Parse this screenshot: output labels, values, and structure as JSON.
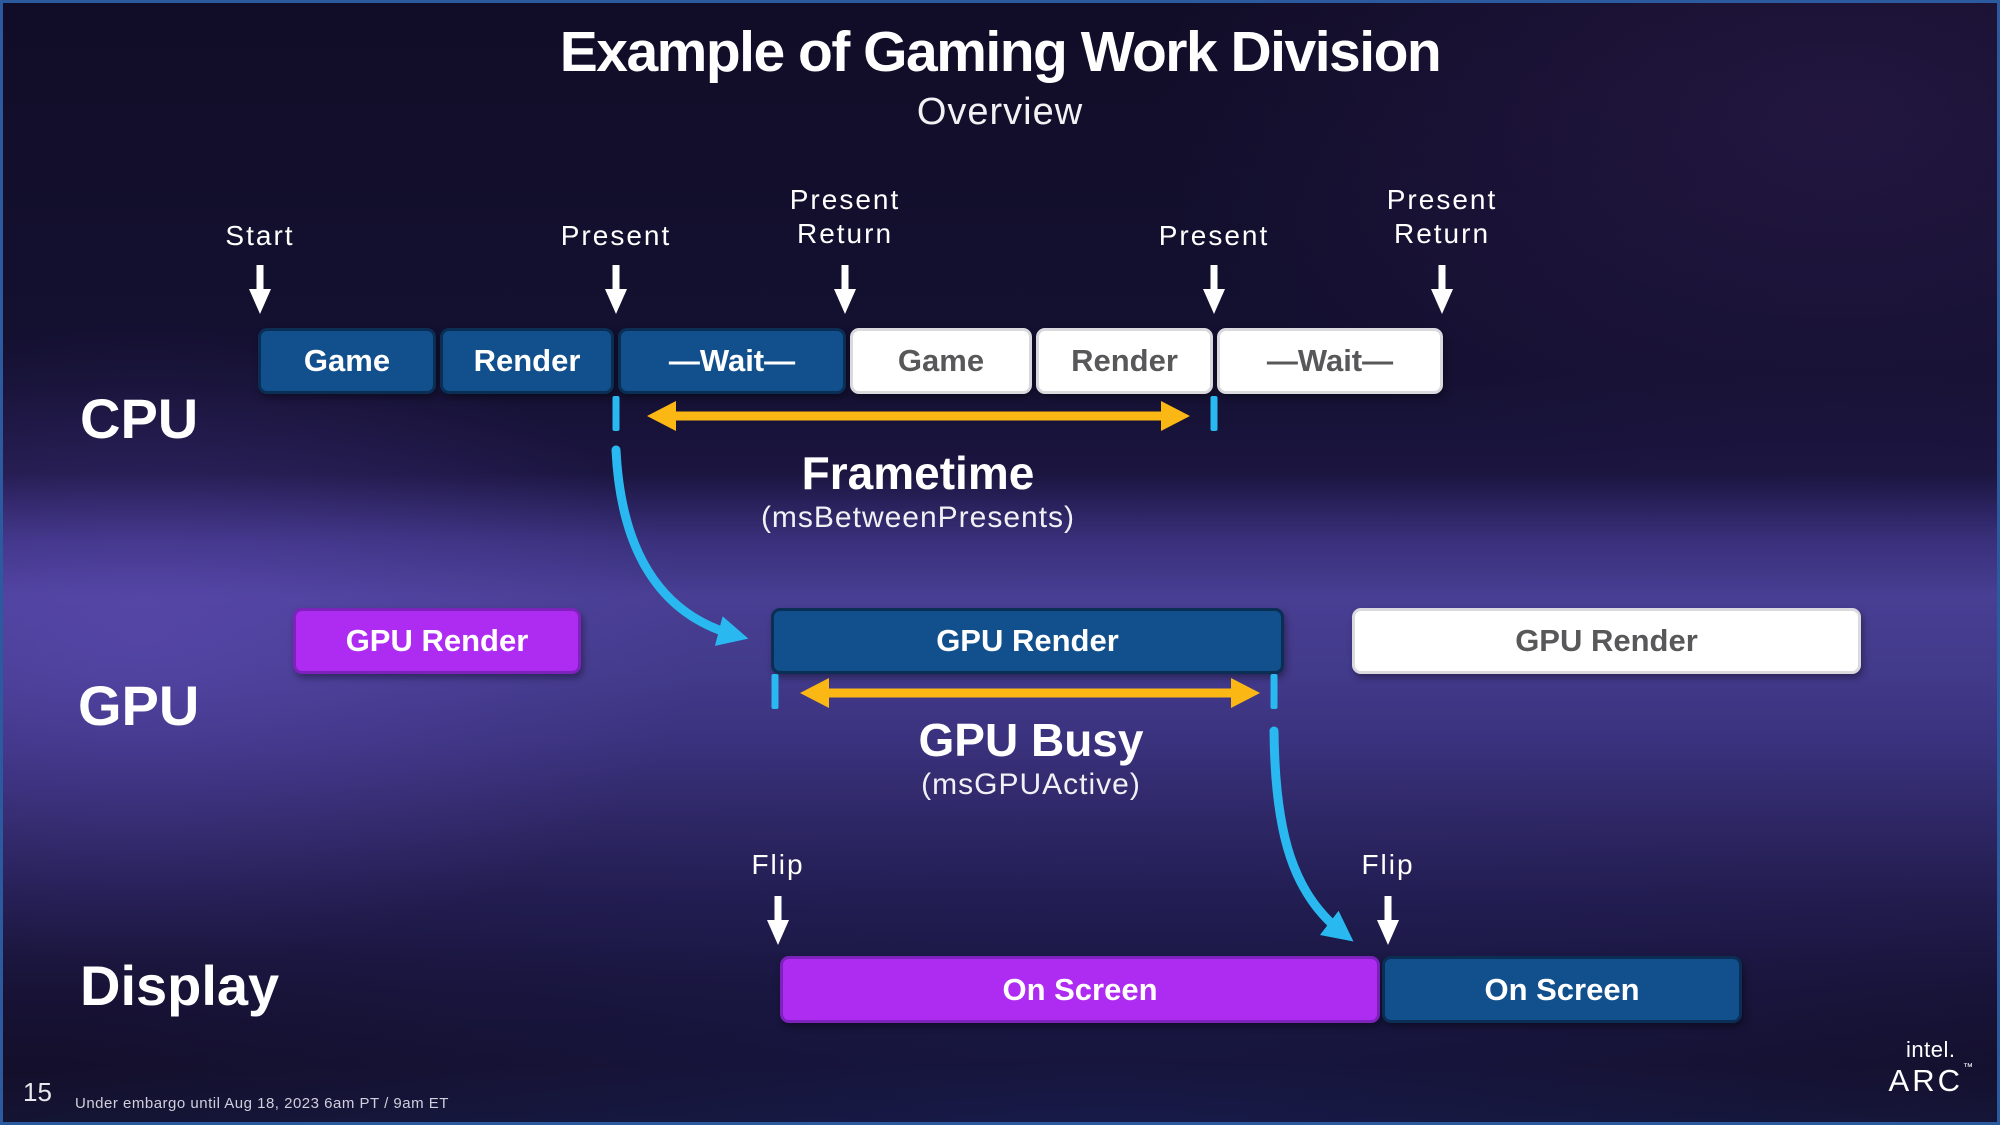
{
  "slide": {
    "title": "Example of Gaming Work Division",
    "subtitle": "Overview",
    "page_number": "15",
    "embargo_note": "Under embargo until Aug 18, 2023 6am PT / 9am ET",
    "logo": {
      "brand": "intel.",
      "product": "ARC",
      "trademark": "™"
    }
  },
  "events": [
    {
      "label": "Start"
    },
    {
      "label": "Present"
    },
    {
      "label": "Present\nReturn"
    },
    {
      "label": "Present"
    },
    {
      "label": "Present\nReturn"
    }
  ],
  "flips": [
    {
      "label": "Flip"
    },
    {
      "label": "Flip"
    }
  ],
  "rows": {
    "cpu": {
      "label": "CPU",
      "boxes": [
        {
          "label": "Game",
          "style": "blue"
        },
        {
          "label": "Render",
          "style": "blue"
        },
        {
          "label": "—Wait—",
          "style": "blue"
        },
        {
          "label": "Game",
          "style": "white"
        },
        {
          "label": "Render",
          "style": "white"
        },
        {
          "label": "—Wait—",
          "style": "white"
        }
      ]
    },
    "gpu": {
      "label": "GPU",
      "boxes": [
        {
          "label": "GPU Render",
          "style": "magenta"
        },
        {
          "label": "GPU Render",
          "style": "blue"
        },
        {
          "label": "GPU Render",
          "style": "white"
        }
      ]
    },
    "display": {
      "label": "Display",
      "boxes": [
        {
          "label": "On Screen",
          "style": "magenta"
        },
        {
          "label": "On Screen",
          "style": "blue"
        }
      ]
    }
  },
  "annotations": {
    "frametime": {
      "title": "Frametime",
      "subtitle": "(msBetweenPresents)"
    },
    "gpu_busy": {
      "title": "GPU Busy",
      "subtitle": "(msGPUActive)"
    }
  },
  "colors": {
    "box_blue": "#11508D",
    "box_blue_border": "#0A2E54",
    "box_magenta": "#AE2BF2",
    "box_magenta_border": "#7E22BC",
    "box_white": "#FFFFFF",
    "box_white_border": "#D9D9DE",
    "box_white_text": "#58585A",
    "accent_cyan": "#29B9F0",
    "accent_yellow": "#FBB714",
    "slide_border": "#2B5A9E"
  }
}
